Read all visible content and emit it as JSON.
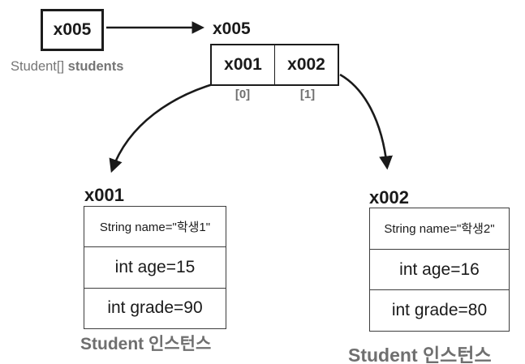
{
  "diagram": {
    "stack": {
      "ref_value": "x005",
      "label_type": "Student[]",
      "label_name": "students"
    },
    "heap_array": {
      "address": "x005",
      "cells": [
        {
          "value": "x001",
          "index": "[0]"
        },
        {
          "value": "x002",
          "index": "[1]"
        }
      ]
    },
    "instances": [
      {
        "address": "x001",
        "fields": [
          "String name=\"학생1\"",
          "int age=15",
          "int grade=90"
        ],
        "caption": "Student 인스턴스"
      },
      {
        "address": "x002",
        "fields": [
          "String name=\"학생2\"",
          "int age=16",
          "int grade=80"
        ],
        "caption": "Student 인스턴스"
      }
    ],
    "colors": {
      "text": "#1a1a1a",
      "muted": "#6f6f6f",
      "border": "#1c1c1c",
      "background": "#ffffff"
    }
  }
}
